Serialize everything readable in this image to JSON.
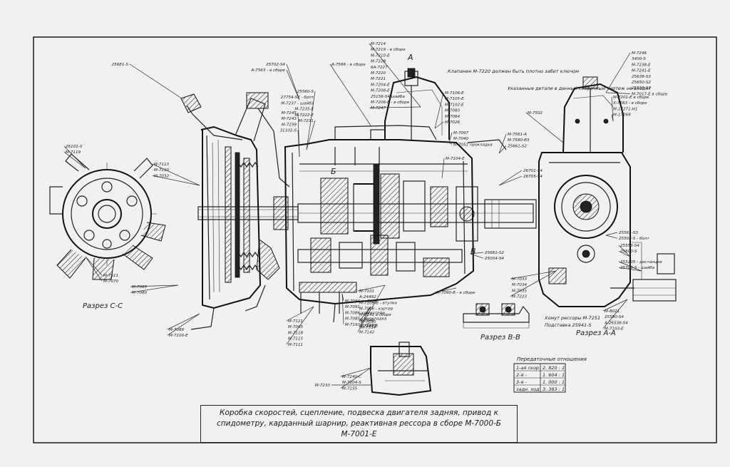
{
  "title_block": {
    "text": "Коробка скоростей, сцепление, подвеска двигателя задняя, привод к спидометру, карданный шарнир, реактивная рессора в сборе М-7000-Б М-7001-Е"
  },
  "sections": {
    "cc": "Разрез С-С",
    "bb": "Разрез В-В",
    "aa": "Разрез А-А",
    "letter_a": "А",
    "letter_b": "Б",
    "letter_v": "В"
  },
  "ratio_table": {
    "title": "Передаточные отношения",
    "rows": [
      [
        "1-ая скор.",
        "2. 820 : 1"
      ],
      [
        "2-я  -",
        "1. 604 : 1"
      ],
      [
        "3-я  -",
        "1. 000 : 1"
      ],
      [
        "задн. ход",
        "3. 383 : 1"
      ]
    ]
  },
  "notes": {
    "key_note": "Клапанен М-7220 должен быть плотно забит ключом",
    "cover_note": "Указанные детали в данный сборочный чертеж не входят",
    "spring_note": "Хомут рессоры М-7251",
    "bolt_note": "Подставка 25941-S"
  },
  "callouts": [
    "М-7214",
    "М-7219 - в сборе",
    "М-7210-Е",
    "М-7228",
    "6А-7227",
    "М-7220",
    "М-7221",
    "М-7204-Е",
    "М-7208-Е",
    "25156-S4 шайба",
    "М-7206-Е - в сборе",
    "М-7247",
    "М-7246",
    "3400-S",
    "М-7238-Е",
    "М-7241-Е",
    "25638-S3",
    "25650-S2",
    "25535-S2",
    "М-7017-Е в сборе",
    "М-7201-Е в сборе",
    "Х-7563 - в сборе",
    "М-17271-Н1",
    "М-17269",
    "М-7502",
    "М-7561-А",
    "М-7580-В3",
    "25661-S2",
    "25702-S4",
    "А-7563 - в сборе",
    "А-7566 - в сборе",
    "25681-S",
    "26101-S",
    "М-7119",
    "М-7113",
    "М-7110",
    "М-7032",
    "М-7511",
    "М-7070",
    "М-7065",
    "М-7080",
    "М-7089",
    "М-7100-Е",
    "М-7121",
    "М-7005",
    "М-7118",
    "М-7115",
    "М-7111",
    "М-7101",
    "А-24492",
    "М-7109-В - втулка",
    "М-7016 - картер",
    "М-7141 в сборе",
    "М-7140",
    "А-7143-В",
    "М-7142",
    "М-7090 в сборе",
    "М-7091",
    "М-7086 кронштейн",
    "М-7085 - прокладка",
    "М-7193 в сборе",
    "М-7530",
    "М-7534",
    "М-7233",
    "М-7240-С",
    "М-7204-S",
    "М-7155",
    "26701-S4",
    "26705-S4",
    "25681-S2",
    "25004-S4",
    "М-7090-Б - в сборе",
    "М-7033",
    "М-7034",
    "М-7035",
    "М-7223",
    "25581-S3",
    "25503-S - болт",
    "25553-S4",
    "25600-S",
    "353205 - дистанция",
    "25393-S - шайба",
    "М-8021",
    "25590-S4",
    "А-26538-S4",
    "М-7103-Е",
    "М-7104-Е",
    "М-7106-Е",
    "М-7105-Е",
    "М-7102-Е",
    "М-7083",
    "М-7064",
    "М-7026",
    "М-7097",
    "М-7040",
    "М-7051 прокладка",
    "25560-S",
    "27754-S2 - болт",
    "М-7237 - шайба",
    "М-7235-Е",
    "М-7222-Е",
    "М-7231",
    "М-7245",
    "М-7243",
    "М-7239",
    "31102-S"
  ],
  "colors": {
    "paper": "#f1f1ef",
    "ink": "#1a1a1a"
  }
}
